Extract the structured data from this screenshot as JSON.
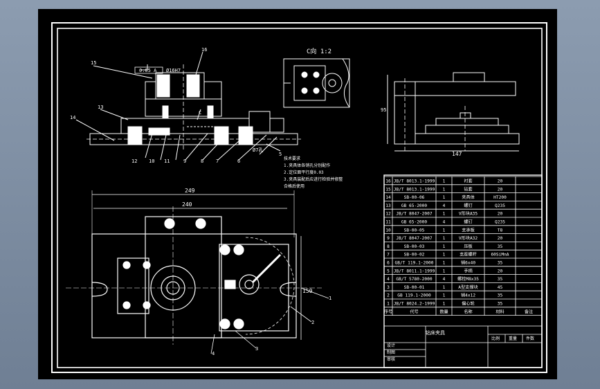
{
  "views": {
    "top": {
      "dims": {
        "tol": "0.05 A",
        "bore": "Ø16H7"
      },
      "balloons": [
        "15",
        "16",
        "13",
        "14",
        "12",
        "10",
        "11",
        "9",
        "8",
        "7",
        "6",
        "5"
      ],
      "c_mark": "C",
      "hole_mark": "Ø7孔"
    },
    "detail": {
      "title": "C向 1:2"
    },
    "side": {
      "dim_height": "95",
      "dim_width": "147"
    },
    "plan": {
      "dim_overall": "249",
      "dim_inner": "240",
      "dim_vertical": "150",
      "balloons": [
        "1",
        "2",
        "3",
        "4"
      ]
    }
  },
  "notes": [
    "技术要求",
    "1.夹具体各销孔分别配作",
    "2.定位面平行度0.03",
    "3.夹具装配后应进行检验并修整",
    "合格后使用"
  ],
  "bom": {
    "rows": [
      {
        "no": "16",
        "code": "JB/T 8013.1-1999",
        "qty": "1",
        "name": "衬套",
        "mat": "20"
      },
      {
        "no": "15",
        "code": "JB/T 8013.1-1999",
        "qty": "1",
        "name": "钻套",
        "mat": "20"
      },
      {
        "no": "14",
        "code": "SB-00-06",
        "qty": "1",
        "name": "夹具体",
        "mat": "HT200"
      },
      {
        "no": "13",
        "code": "GB 65-2000",
        "qty": "4",
        "name": "螺钉",
        "mat": "Q235"
      },
      {
        "no": "12",
        "code": "JB/T 8047-2007",
        "qty": "1",
        "name": "V形块A35",
        "mat": "20"
      },
      {
        "no": "11",
        "code": "GB 65-2000",
        "qty": "4",
        "name": "螺钉",
        "mat": "Q235"
      },
      {
        "no": "10",
        "code": "SB-00-05",
        "qty": "1",
        "name": "支承板",
        "mat": "T8"
      },
      {
        "no": "9",
        "code": "JB/T 8047-2007",
        "qty": "1",
        "name": "V形块A32",
        "mat": "20"
      },
      {
        "no": "8",
        "code": "SB-00-03",
        "qty": "1",
        "name": "压板",
        "mat": "35"
      },
      {
        "no": "7",
        "code": "SB-00-02",
        "qty": "1",
        "name": "支座螺杆",
        "mat": "60SiMnA"
      },
      {
        "no": "6",
        "code": "GB/T 119.1-2000",
        "qty": "1",
        "name": "销6x40",
        "mat": "35"
      },
      {
        "no": "5",
        "code": "JB/T 8011.1-1999",
        "qty": "1",
        "name": "手柄",
        "mat": "20"
      },
      {
        "no": "4",
        "code": "GB/T 5780-2000",
        "qty": "4",
        "name": "螺栓M8x35",
        "mat": "35"
      },
      {
        "no": "3",
        "code": "SB-00-01",
        "qty": "1",
        "name": "A型支撑块",
        "mat": "45"
      },
      {
        "no": "2",
        "code": "GB 119.1-2000",
        "qty": "1",
        "name": "销4x12",
        "mat": "35"
      },
      {
        "no": "1",
        "code": "JB/T 8024.2-1999",
        "qty": "1",
        "name": "偏心轮",
        "mat": "35"
      }
    ],
    "header": {
      "no": "序号",
      "code": "代号",
      "qty": "数量",
      "name": "名称",
      "mat": "材料",
      "note": "备注"
    },
    "title_block": {
      "name": "钻床夹具",
      "scale": "比例",
      "weight": "重量",
      "sheet": "件数",
      "designer": "设计",
      "drawer": "制图",
      "checker": "审核"
    }
  }
}
